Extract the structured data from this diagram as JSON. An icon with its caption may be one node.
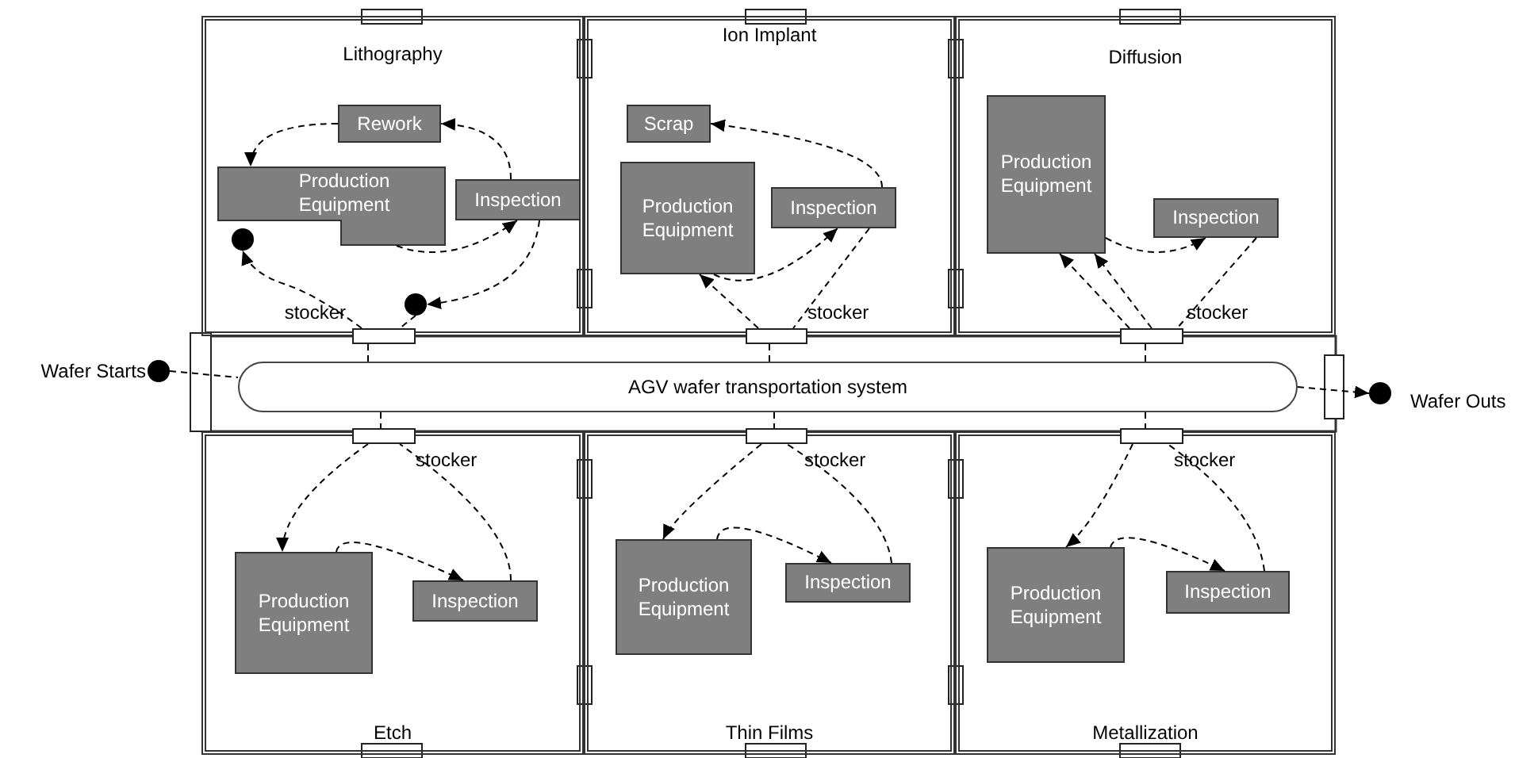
{
  "diagram": {
    "nodes": [
      {
        "text": [
          "Lithography"
        ]
      },
      {
        "text": [
          "Rework"
        ],
        "in": 0
      },
      {
        "text": [
          "Production Equipment"
        ],
        "in": 0
      },
      {
        "text": [
          "Inspection"
        ],
        "in": 0
      },
      {
        "text": [],
        "shape": "circle",
        "in": 0
      },
      {
        "text": [],
        "shape": "circle",
        "in": 0
      },
      {
        "text": [],
        "shape": "box",
        "beside": [
          "stocker"
        ]
      },
      {
        "text": [
          "Ion Implant"
        ]
      },
      {
        "text": [
          "Scrap"
        ],
        "in": 7
      },
      {
        "text": [
          "Production Equipment"
        ],
        "in": 7
      },
      {
        "text": [
          "Inspection"
        ],
        "in": 7
      },
      {
        "text": [],
        "shape": "box",
        "beside": [
          "stocker"
        ]
      },
      {
        "text": [
          "Diffusion"
        ]
      },
      {
        "text": [
          "Production Equipment"
        ],
        "in": 12
      },
      {
        "text": [
          "Inspection"
        ],
        "in": 12
      },
      {
        "text": [],
        "shape": "box",
        "beside": [
          "stocker"
        ]
      },
      {
        "text": [
          "AGV wafer transportation system"
        ]
      },
      {
        "text": [],
        "shape": "circle",
        "beside": [
          "Wafer Starts"
        ]
      },
      {
        "text": [],
        "shape": "circle",
        "beside": [
          "Wafer Outs"
        ]
      },
      {
        "text": [
          "Etch"
        ]
      },
      {
        "text": [
          "Production Equipment"
        ],
        "in": 19
      },
      {
        "text": [
          "Inspection"
        ],
        "in": 19
      },
      {
        "text": [],
        "shape": "box",
        "beside": [
          "stocker"
        ]
      },
      {
        "text": [
          "Thin Films"
        ]
      },
      {
        "text": [
          "Production Equipment"
        ],
        "in": 23
      },
      {
        "text": [
          "Inspection"
        ],
        "in": 23
      },
      {
        "text": [],
        "shape": "box",
        "beside": [
          "stocker"
        ]
      },
      {
        "text": [
          "Metallization"
        ]
      },
      {
        "text": [
          "Production Equipment"
        ],
        "in": 27
      },
      {
        "text": [
          "Inspection"
        ],
        "in": 27
      },
      {
        "text": [],
        "shape": "box",
        "beside": [
          "stocker"
        ]
      }
    ],
    "edges": [
      {
        "from": 1,
        "to": 2,
        "arrow": "to",
        "style": "dashed"
      },
      {
        "from": 3,
        "to": 1,
        "arrow": "to",
        "style": "dashed"
      },
      {
        "from": 2,
        "to": 3,
        "arrow": "to",
        "style": "dashed"
      },
      {
        "from": 16,
        "to": 6,
        "arrow": "none",
        "style": "dashed"
      },
      {
        "from": 6,
        "to": 4,
        "arrow": "to",
        "style": "dashed"
      },
      {
        "from": 3,
        "to": 5,
        "arrow": "to",
        "style": "dashed"
      },
      {
        "from": 5,
        "to": 6,
        "arrow": "none",
        "style": "dashed"
      },
      {
        "from": 16,
        "to": 11,
        "arrow": "none",
        "style": "dashed"
      },
      {
        "from": 11,
        "to": 9,
        "arrow": "to",
        "style": "dashed"
      },
      {
        "from": 9,
        "to": 10,
        "arrow": "to",
        "style": "dashed"
      },
      {
        "from": 10,
        "to": 11,
        "arrow": "none",
        "style": "dashed"
      },
      {
        "from": 10,
        "to": 8,
        "arrow": "to",
        "style": "dashed"
      },
      {
        "from": 16,
        "to": 15,
        "arrow": "none",
        "style": "dashed"
      },
      {
        "from": 15,
        "to": 13,
        "arrow": "to",
        "style": "dashed"
      },
      {
        "from": 15,
        "to": 13,
        "arrow": "to",
        "style": "dashed"
      },
      {
        "from": 13,
        "to": 14,
        "arrow": "to",
        "style": "dashed"
      },
      {
        "from": 14,
        "to": 15,
        "arrow": "none",
        "style": "dashed"
      },
      {
        "from": 17,
        "to": 16,
        "arrow": "none",
        "style": "dashed"
      },
      {
        "from": 16,
        "to": 18,
        "arrow": "to",
        "style": "dashed"
      },
      {
        "from": 16,
        "to": 22,
        "arrow": "none",
        "style": "dashed"
      },
      {
        "from": 22,
        "to": 20,
        "arrow": "to",
        "style": "dashed"
      },
      {
        "from": 20,
        "to": 21,
        "arrow": "to",
        "style": "dashed"
      },
      {
        "from": 21,
        "to": 22,
        "arrow": "none",
        "style": "dashed"
      },
      {
        "from": 16,
        "to": 26,
        "arrow": "none",
        "style": "dashed"
      },
      {
        "from": 26,
        "to": 24,
        "arrow": "to",
        "style": "dashed"
      },
      {
        "from": 24,
        "to": 25,
        "arrow": "to",
        "style": "dashed"
      },
      {
        "from": 25,
        "to": 26,
        "arrow": "none",
        "style": "dashed"
      },
      {
        "from": 16,
        "to": 30,
        "arrow": "none",
        "style": "dashed"
      },
      {
        "from": 30,
        "to": 28,
        "arrow": "to",
        "style": "dashed"
      },
      {
        "from": 28,
        "to": 29,
        "arrow": "to",
        "style": "dashed"
      },
      {
        "from": 29,
        "to": 30,
        "arrow": "none",
        "style": "dashed"
      }
    ]
  }
}
